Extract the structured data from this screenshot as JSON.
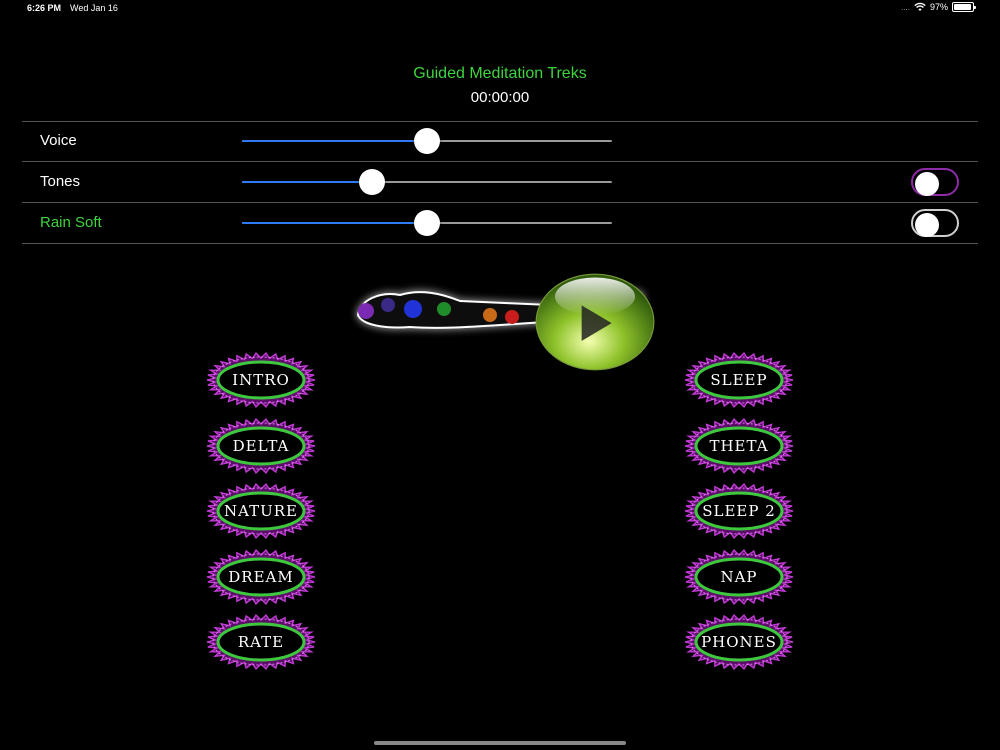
{
  "status_bar": {
    "time": "6:26 PM",
    "date": "Wed Jan 16",
    "signal": "....",
    "battery": "97%"
  },
  "header": {
    "title": "Guided Meditation Treks",
    "timer": "00:00:00"
  },
  "mixer": [
    {
      "label": "Voice",
      "level": 0.5,
      "has_toggle": false,
      "label_color": "#ffffff"
    },
    {
      "label": "Tones",
      "level": 0.35,
      "has_toggle": true,
      "toggle_on": false,
      "toggle_border": "#8e2ba6",
      "label_color": "#ffffff"
    },
    {
      "label": "Rain Soft",
      "level": 0.5,
      "has_toggle": true,
      "toggle_on": false,
      "toggle_border": "#cfcfcf",
      "label_color": "#3fd33f"
    }
  ],
  "left_buttons": [
    "INTRO",
    "DELTA",
    "NATURE",
    "DREAM",
    "RATE"
  ],
  "right_buttons": [
    "SLEEP",
    "THETA",
    "SLEEP 2",
    "NAP",
    "PHONES"
  ],
  "colors": {
    "accent_green": "#3fd33f",
    "slider_fill": "#2f7bf5",
    "mandala_magenta": "#c23ad6",
    "mandala_ring": "#3ec83e"
  },
  "icons": {
    "play": "play-icon",
    "wifi": "wifi-icon",
    "battery": "battery-icon"
  }
}
